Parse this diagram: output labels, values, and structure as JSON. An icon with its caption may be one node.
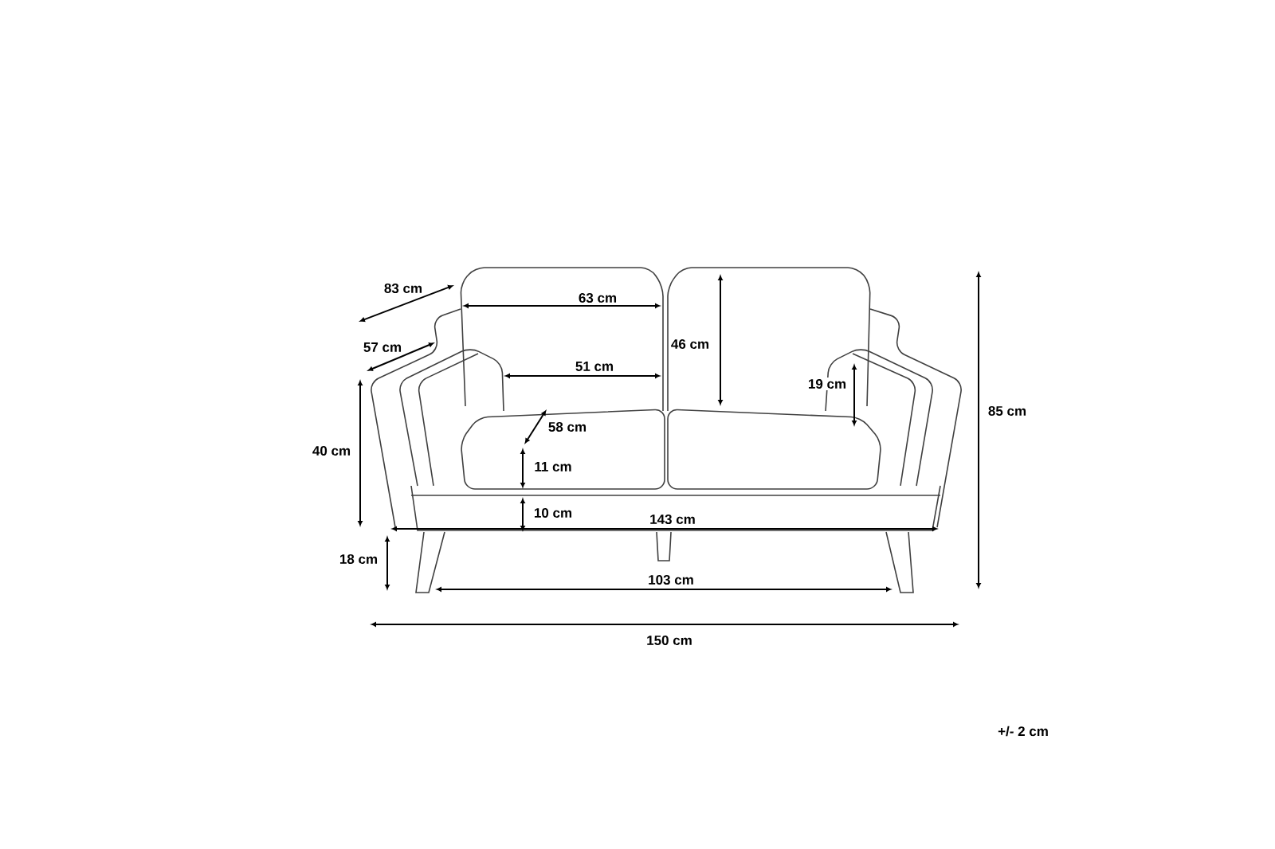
{
  "diagram": {
    "labels": [
      "83 cm",
      "63 cm",
      "57 cm",
      "46 cm",
      "51 cm",
      "19 cm",
      "85 cm",
      "58 cm",
      "40 cm",
      "11 cm",
      "10 cm",
      "143 cm",
      "18 cm",
      "103 cm",
      "150 cm",
      "+/- 2 cm"
    ]
  }
}
